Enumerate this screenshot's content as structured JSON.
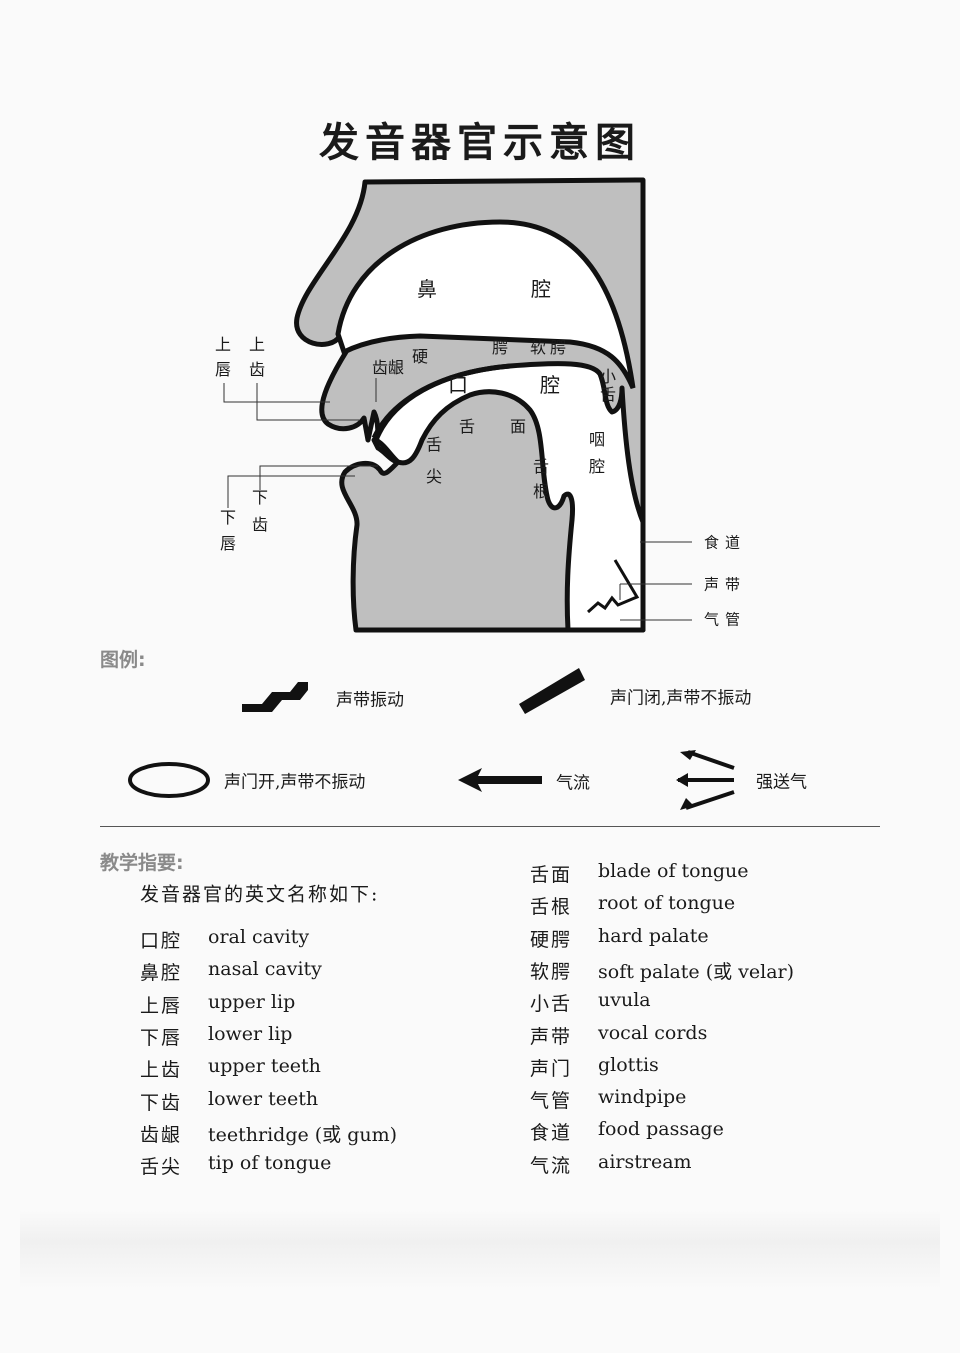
{
  "title": "发音器官示意图",
  "diagram": {
    "labels": {
      "nasal_1": "鼻",
      "nasal_2": "腔",
      "hard": "硬",
      "palate_e": "腭",
      "soft_palate": "软腭",
      "gum": "齿龈",
      "oral_1": "口",
      "oral_2": "腔",
      "uvula_1": "小",
      "uvula_2": "舌",
      "blade_1": "舌",
      "blade_2": "面",
      "tip_1": "舌",
      "tip_2": "尖",
      "pharynx_1": "咽",
      "pharynx_2": "腔",
      "root_1": "舌",
      "root_2": "根",
      "upper_lip_1": "上",
      "upper_lip_2": "唇",
      "upper_teeth_1": "上",
      "upper_teeth_2": "齿",
      "lower_teeth_1": "下",
      "lower_teeth_2": "齿",
      "lower_lip_1": "下",
      "lower_lip_2": "唇",
      "esophagus": "食道",
      "vocal_cords": "声带",
      "windpipe": "气管"
    },
    "fill_color": "#bfbfbf"
  },
  "legend": {
    "heading": "图例:",
    "items": [
      {
        "icon": "zigzag-icon",
        "label": "声带振动"
      },
      {
        "icon": "bar-icon",
        "label": "声门闭,声带不振动"
      },
      {
        "icon": "ellipse-icon",
        "label": "声门开,声带不振动"
      },
      {
        "icon": "arrow-left-icon",
        "label": "气流"
      },
      {
        "icon": "triple-arrow-icon",
        "label": "强送气"
      }
    ]
  },
  "notes": {
    "heading": "教学指要:",
    "intro": "发音器官的英文名称如下:",
    "left": [
      {
        "zh": "口腔",
        "en": "oral cavity"
      },
      {
        "zh": "鼻腔",
        "en": "nasal cavity"
      },
      {
        "zh": "上唇",
        "en": "upper lip"
      },
      {
        "zh": "下唇",
        "en": "lower lip"
      },
      {
        "zh": "上齿",
        "en": "upper teeth"
      },
      {
        "zh": "下齿",
        "en": "lower teeth"
      },
      {
        "zh": "齿龈",
        "en": "teethridge (或 gum)"
      },
      {
        "zh": "舌尖",
        "en": "tip of tongue"
      }
    ],
    "right": [
      {
        "zh": "舌面",
        "en": "blade of tongue"
      },
      {
        "zh": "舌根",
        "en": "root of  tongue"
      },
      {
        "zh": "硬腭",
        "en": "hard palate"
      },
      {
        "zh": "软腭",
        "en": "soft palate (或 velar)"
      },
      {
        "zh": "小舌",
        "en": "uvula"
      },
      {
        "zh": "声带",
        "en": "vocal cords"
      },
      {
        "zh": "声门",
        "en": "glottis"
      },
      {
        "zh": "气管",
        "en": "windpipe"
      },
      {
        "zh": "食道",
        "en": "food passage"
      },
      {
        "zh": "气流",
        "en": "airstream"
      }
    ]
  }
}
